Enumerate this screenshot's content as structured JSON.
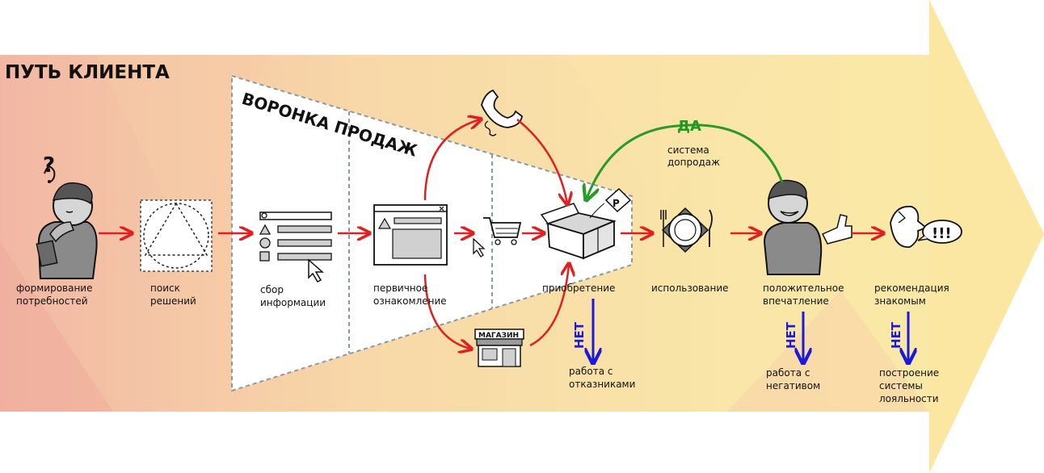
{
  "title": "ПУТЬ КЛИЕНТА",
  "funnel_title": "ВОРОНКА ПРОДАЖ",
  "stages": {
    "needs": [
      "формирование",
      "потребностей"
    ],
    "search": [
      "поиск",
      "решений"
    ],
    "collect": [
      "сбор",
      "информации"
    ],
    "intro": [
      "первичное",
      "ознакомление"
    ],
    "purchase": [
      "приобретение"
    ],
    "usage": [
      "использование"
    ],
    "impression": [
      "положительное",
      "впечатление"
    ],
    "recommend": [
      "рекомендация",
      "знакомым"
    ]
  },
  "upsell": {
    "yes": "ДА",
    "label": [
      "система",
      "допродаж"
    ]
  },
  "branches": {
    "purchase": {
      "no": "НЕТ",
      "label": [
        "работа с",
        "отказниками"
      ]
    },
    "impression": {
      "no": "НЕТ",
      "label": [
        "работа с",
        "негативом"
      ]
    },
    "recommend": {
      "no": "НЕТ",
      "label": [
        "построение",
        "системы",
        "лояльности"
      ]
    }
  },
  "shop_sign": "МАГАЗИН",
  "price_tag": "P",
  "speech": "!!!",
  "question": "?"
}
